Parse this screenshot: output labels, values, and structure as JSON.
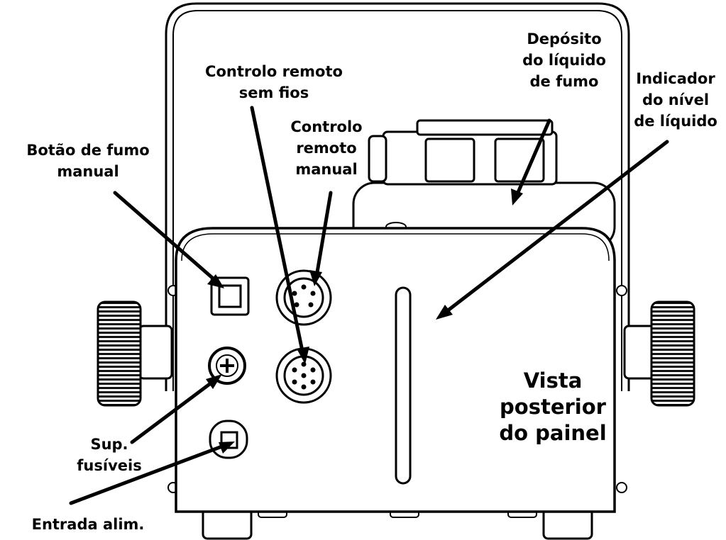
{
  "labels": {
    "manual_smoke_button": [
      "Botão de fumo",
      "manual"
    ],
    "wireless_remote": [
      "Controlo remoto",
      "sem fios"
    ],
    "manual_remote": [
      "Controlo",
      "remoto",
      "manual"
    ],
    "fluid_tank": [
      "Depósito",
      "do líquido",
      "de fumo"
    ],
    "fluid_level_indicator": [
      "Indicador",
      "do nível",
      "de líquido"
    ],
    "fuse_holder": [
      "Sup.",
      "fusíveis"
    ],
    "power_input": [
      "Entrada alim."
    ],
    "panel_view": [
      "Vista",
      "posterior",
      "do painel"
    ]
  }
}
